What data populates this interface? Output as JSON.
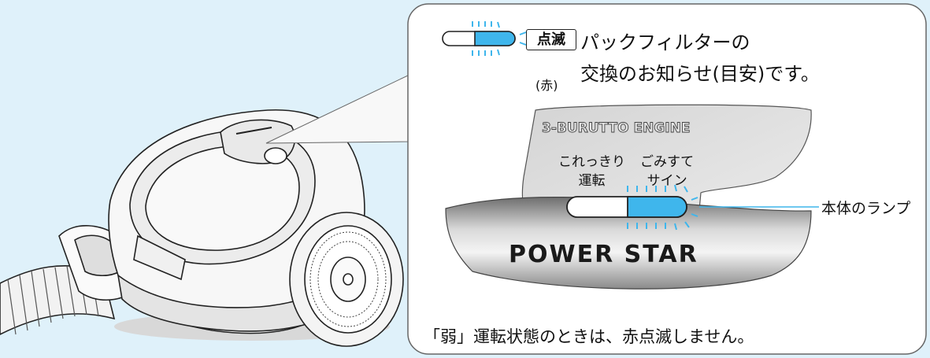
{
  "notice": {
    "blink_badge": "点滅",
    "color_note": "(赤)",
    "line1": "パックフィルターの",
    "line2": "交換のお知らせ(目安)です。"
  },
  "panel": {
    "engine_label": "3-BURUTTO ENGINE",
    "mode_left_line1": "これっきり",
    "mode_left_line2": "運転",
    "mode_right_line1": "ごみすて",
    "mode_right_line2": "サイン",
    "brand": "POWER STAR",
    "lamp_color": "#3fb6ec"
  },
  "callout": {
    "lamp_label": "本体のランプ"
  },
  "footnote": "「弱」運転状態のときは、赤点滅しません。",
  "colors": {
    "background": "#dff1fa",
    "accent_blue": "#3fb6ec",
    "panel_gray": "#9a9a9a"
  }
}
